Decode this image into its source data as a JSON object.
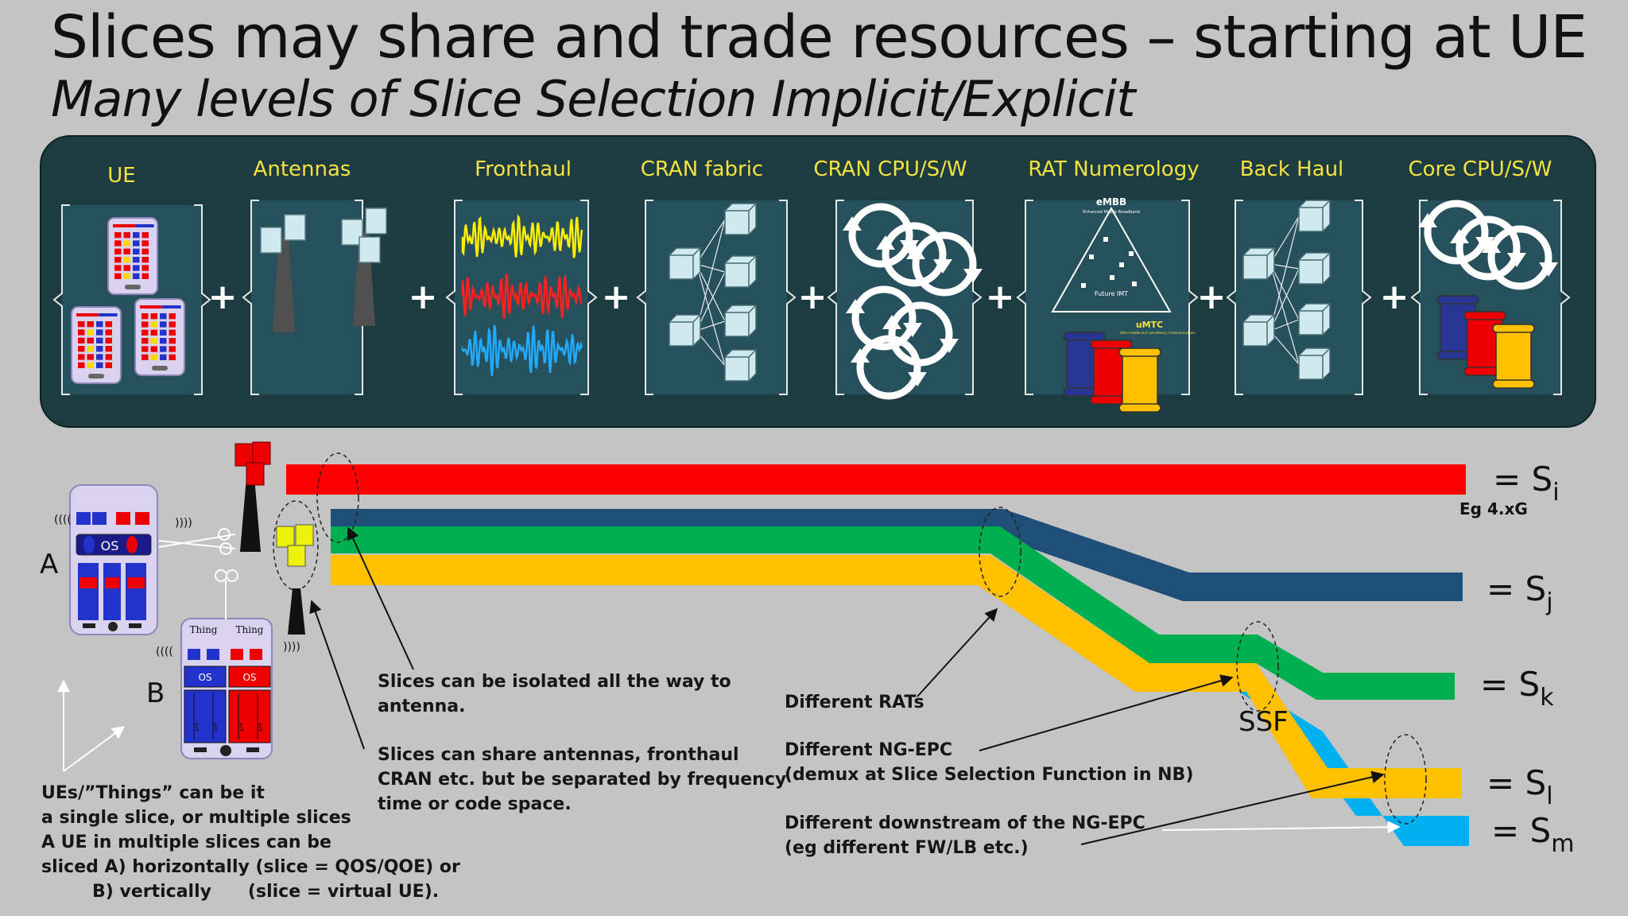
{
  "slide": {
    "title": "Slices may share and trade resources – starting at UE",
    "subtitle": "Many levels of Slice Selection Implicit/Explicit"
  },
  "stages": [
    "UE",
    "Antennas",
    "Fronthaul",
    "CRAN fabric",
    "CRAN CPU/S/W",
    "RAT Numerology",
    "Back Haul",
    "Core CPU/S/W"
  ],
  "plus_sign": "+",
  "rat_diagram": {
    "top": "eMBB",
    "top_sub": "Enhanced Mobile Broadband",
    "center": "Future IMT",
    "right": "uMTC",
    "right_sub": "Ultra-reliable and Low-latency Communications"
  },
  "slices": [
    {
      "letter": "i",
      "color": "#ff0000"
    },
    {
      "letter": "j",
      "color": "#1f4e79"
    },
    {
      "letter": "k",
      "color": "#00b050"
    },
    {
      "letter": "l",
      "color": "#ffc000"
    },
    {
      "letter": "m",
      "color": "#00b0f0"
    }
  ],
  "slice_prefix": "= S",
  "eg_label": "Eg 4.xG",
  "ssf_label": "SSF",
  "devices": {
    "a_label": "A",
    "b_label": "B",
    "os_label": "OS",
    "thing_label": "Thing",
    "app_label": "APP"
  },
  "notes": {
    "isolated": [
      "Slices can be isolated all the way to",
      "antenna."
    ],
    "share": [
      "Slices can share antennas, fronthaul",
      "CRAN etc. but be separated by frequency",
      "time or code space."
    ],
    "rats": "Different RATs",
    "ngepc": [
      "Different NG-EPC",
      "(demux at Slice Selection Function in NB)"
    ],
    "downstream": [
      "Different downstream of the NG-EPC",
      "(eg different FW/LB etc.)"
    ],
    "ue": [
      "UEs/”Things” can be it",
      "a single slice, or multiple slices",
      "A UE in multiple slices can be",
      "sliced A) horizontally (slice = QOS/QOE) or",
      "B) vertically      (slice = virtual UE)."
    ]
  }
}
